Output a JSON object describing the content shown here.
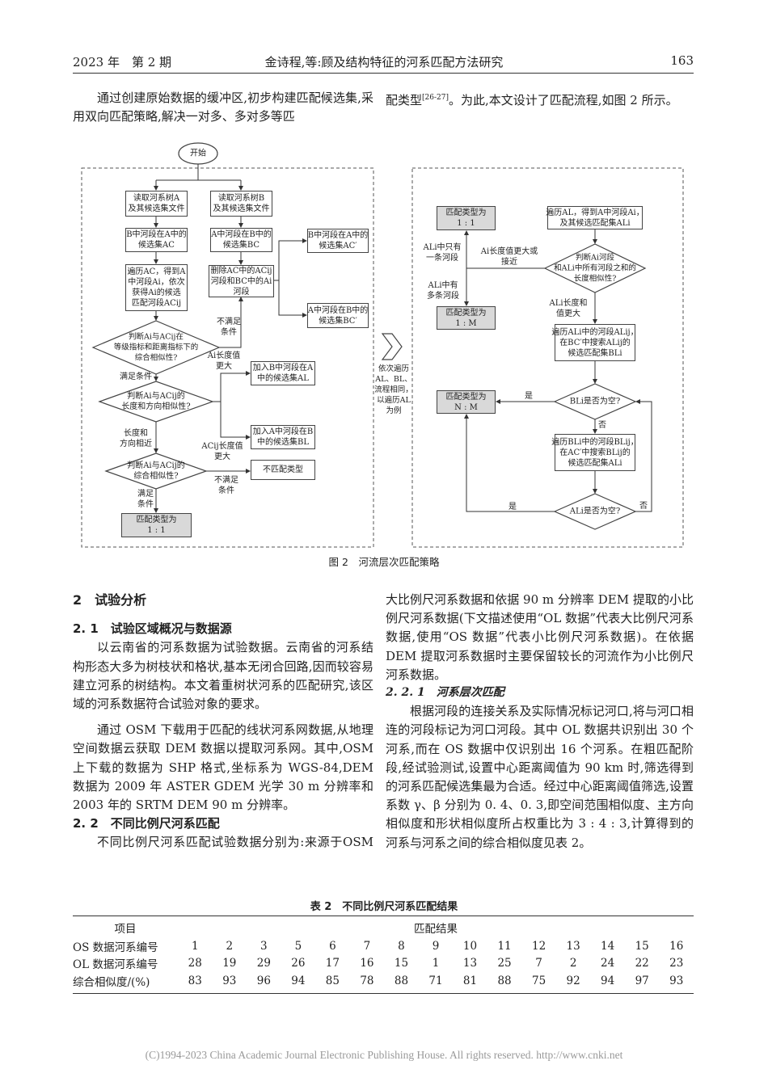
{
  "header": {
    "left": "2023 年　第 2 期",
    "center": "金诗程,等:顾及结构特征的河系匹配方法研究",
    "page": "163"
  },
  "intro": {
    "left": "通过创建原始数据的缓冲区,初步构建匹配候选集,采用双向匹配策略,解决一对多、多对多等匹",
    "right_prefix": "配类型",
    "right_cite": "[26-27]",
    "right_suffix": "。为此,本文设计了匹配流程,如图 2 所示。"
  },
  "figure": {
    "caption": "图 2　河流层次匹配策略",
    "left": {
      "start": "开始",
      "read_a": "读取河系树A\n及其候选集文件",
      "read_b": "读取河系树B\n及其候选集文件",
      "ac": "B中河段在A中的\n候选集AC",
      "bc": "A中河段在B中的\n候选集BC",
      "traverse_ac": "遍历AC，得到A\n中河段Ai，依次\n获得Ai的候选\n匹配河段ACij",
      "delete": "删除AC中的ACij\n河段和BC中的Ai\n河段",
      "ac_prime": "B中河段在A中的\n候选集AC′",
      "bc_prime": "A中河段在B中的\n候选集BC′",
      "d1": "判断Ai与ACij在\n等级指标和距离指标下的\n综合相似性?",
      "not_met_1": "不满足\n条件",
      "met_1": "满足条件",
      "d2": "判断Ai与ACij的\n长度和方向相似性?",
      "ai_longer": "Ai长度值\n更大",
      "add_al": "加入B中河段在A\n中的候选集AL",
      "add_bl": "加入A中河段在B\n中的候选集BL",
      "acij_longer": "ACij长度值\n更大",
      "similar": "长度和\n方向相近",
      "d3": "判断Ai与ACij的\n综合相似性?",
      "no_match": "不匹配类型",
      "not_met_2": "不满足\n条件",
      "met_2": "满足\n条件",
      "type_11": "匹配类型为\n1 : 1"
    },
    "middle": {
      "note": "依次遍历\nAL、BL、\n流程相同，\n以遍历AL\n为例",
      "icon": "chevron-right-icon"
    },
    "right": {
      "type_11": "匹配类型为\n1 : 1",
      "traverse_al": "遍历AL，得到A中河段Ai，\n及其候选匹配集ALi",
      "one_seg": "ALi中只有\n一条河段",
      "ai_longer": "Ai长度值更大或\n接近",
      "d1": "判断Ai河段\n和ALi中所有河段之和的\n长度相似性?",
      "multi_seg": "ALi中有\n多条河段",
      "type_1m": "匹配类型为\n1 : M",
      "ali_longer": "ALi长度和\n值更大",
      "traverse_ali": "遍历ALi中的河段ALij，\n在BC′中搜索ALij的\n候选匹配集BLi",
      "type_nm": "匹配类型为\nN : M",
      "yes_1": "是",
      "d2": "BLi是否为空?",
      "no_1": "否",
      "traverse_bli": "遍历BLi中的河段BLij，\n在AC′中搜索BLij的\n候选匹配集ALi",
      "yes_2": "是",
      "d3": "ALi是否为空?",
      "no_2": "否"
    }
  },
  "section2": {
    "title": "2　试验分析",
    "s21_title": "2. 1　试验区域概况与数据源",
    "s21_p1": "以云南省的河系数据为试验数据。云南省的河系结构形态大多为树枝状和格状,基本无闭合回路,因而较容易建立河系的树结构。本文着重树状河系的匹配研究,该区域的河系数据符合试验对象的要求。",
    "s21_p2": "通过 OSM 下载用于匹配的线状河系网数据,从地理空间数据云获取 DEM 数据以提取河系网。其中,OSM 上下载的数据为 SHP 格式,坐标系为 WGS-84,DEM 数据为 2009 年 ASTER GDEM 光学 30 m 分辨率和 2003 年的 SRTM DEM 90 m 分辨率。",
    "s22_title": "2. 2　不同比例尺河系匹配",
    "s22_p1": "不同比例尺河系匹配试验数据分别为:来源于OSM 的大比例尺河系数据和依据 90 m 分辨率 DEM 提取的小比例尺河系数据(下文描述使用“OL 数据”代表大比例尺河系数据,使用“OS 数据”代表小比例尺河系数据)。在依据 DEM 提取河系数据时主要保留较长的河流作为小比例尺河系数据。",
    "s221_title": "2. 2. 1　河系层次匹配",
    "s221_p1": "根据河段的连接关系及实际情况标记河口,将与河口相连的河段标记为河口河段。其中 OL 数据共识别出 30 个河系,而在 OS 数据中仅识别出 16 个河系。在粗匹配阶段,经试验测试,设置中心距离阈值为 90 km 时,筛选得到的河系匹配候选集最为合适。经过中心距离阈值筛选,设置系数 γ、β 分别为 0. 4、0. 3,即空间范围相似度、主方向相似度和形状相似度所占权重比为 3 : 4 : 3,计算得到的河系与河系之间的综合相似度见表 2。"
  },
  "table": {
    "title": "表 2　不同比例尺河系匹配结果",
    "col_headers": [
      "项目",
      "匹配结果"
    ],
    "rows": [
      {
        "label": "OS 数据河系编号",
        "values": [
          "1",
          "2",
          "3",
          "5",
          "6",
          "7",
          "8",
          "9",
          "10",
          "11",
          "12",
          "13",
          "14",
          "15",
          "16"
        ]
      },
      {
        "label": "OL 数据河系编号",
        "values": [
          "28",
          "19",
          "29",
          "26",
          "17",
          "16",
          "15",
          "1",
          "13",
          "25",
          "7",
          "2",
          "24",
          "22",
          "23"
        ]
      },
      {
        "label": "综合相似度/(%)",
        "values": [
          "83",
          "93",
          "96",
          "94",
          "85",
          "78",
          "88",
          "71",
          "81",
          "88",
          "75",
          "92",
          "94",
          "97",
          "93"
        ]
      }
    ]
  },
  "footer": "(C)1994-2023 China Academic Journal Electronic Publishing House. All rights reserved.    http://www.cnki.net"
}
